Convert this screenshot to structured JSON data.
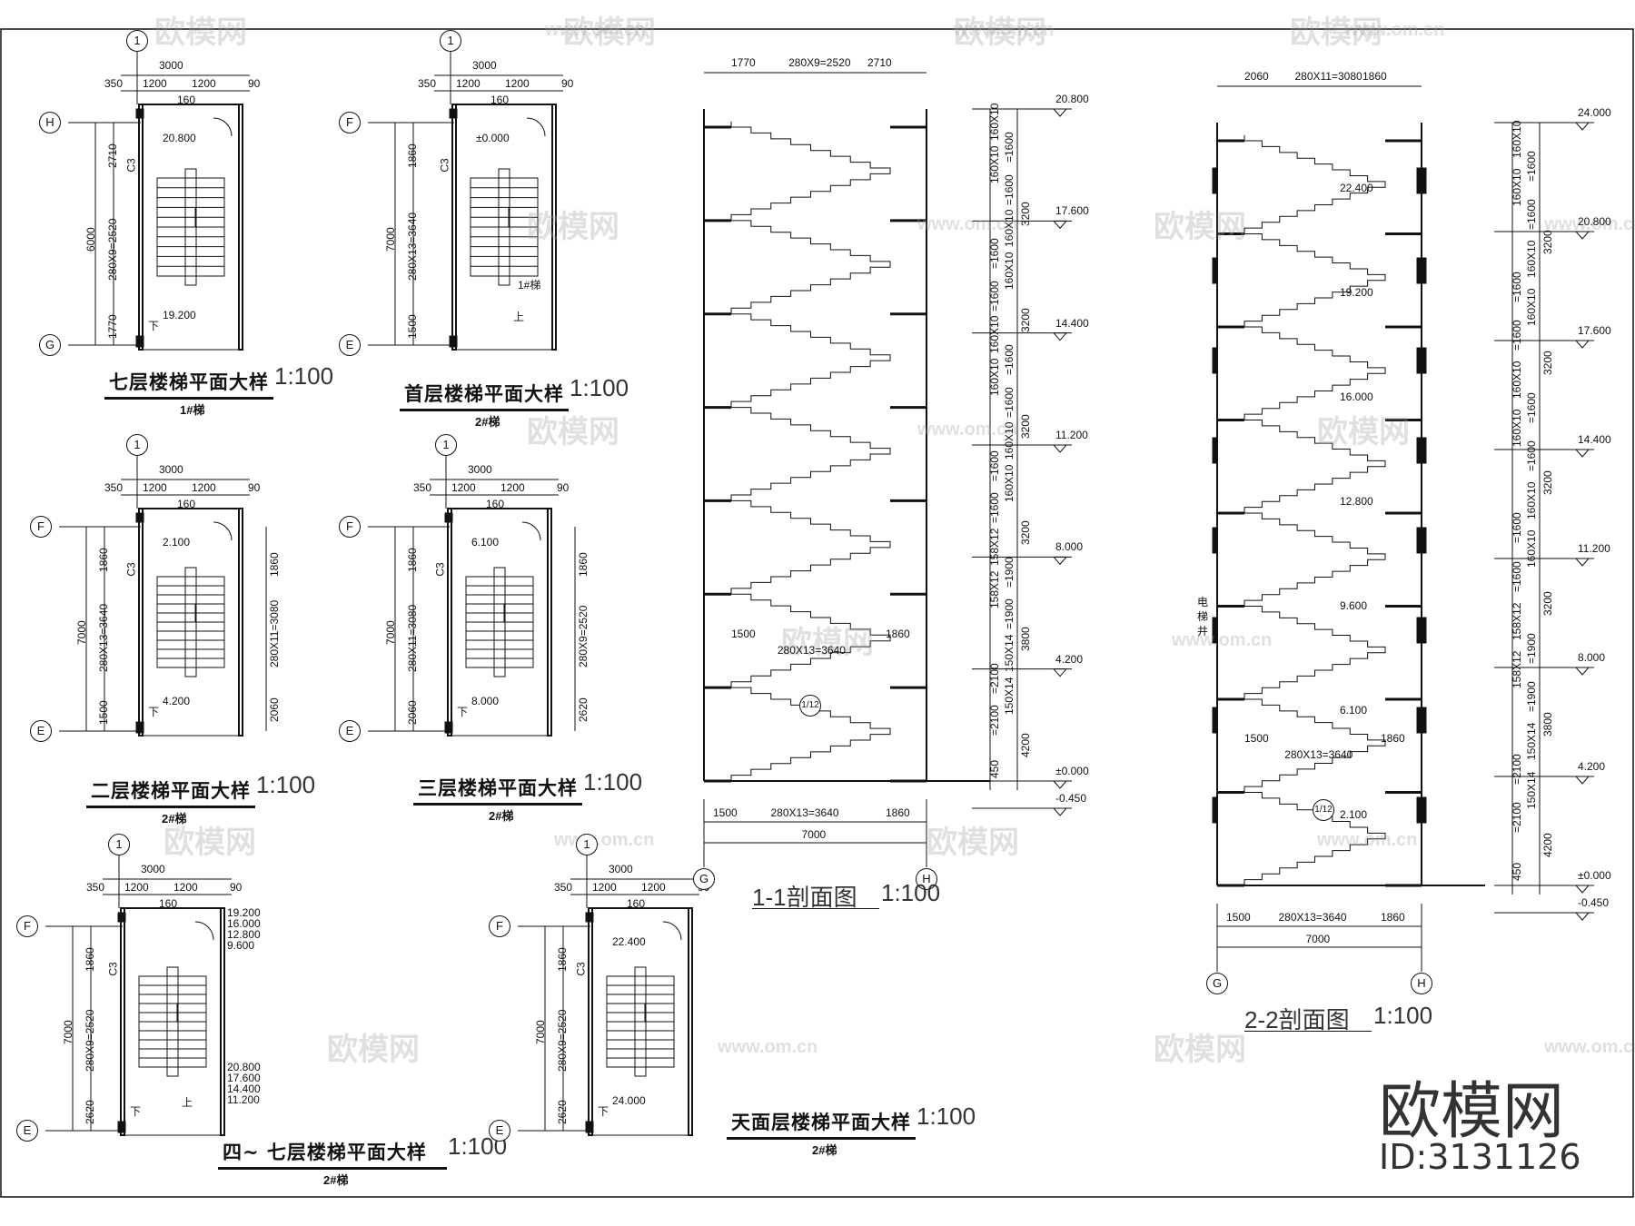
{
  "watermark": {
    "text": "欧模网",
    "url": "www.om.cn"
  },
  "brand": {
    "name": "欧模网",
    "id": "ID:3131126"
  },
  "plans": [
    {
      "title": "七层楼梯平面大样",
      "scale": "1:100",
      "tag": "1#梯",
      "axis_top": "1",
      "axis_left": [
        "H",
        "G"
      ],
      "dims_top": [
        "3000",
        "350",
        "1200",
        "1200",
        "90",
        "160"
      ],
      "dims_left": [
        "2710",
        "280X9=2520",
        "1770",
        "6000"
      ],
      "levels": [
        "20.800",
        "19.200"
      ],
      "marks": [
        "下",
        "C3"
      ]
    },
    {
      "title": "首层楼梯平面大样",
      "scale": "1:100",
      "tag": "2#梯",
      "axis_top": "1",
      "axis_left": [
        "F",
        "E"
      ],
      "dims_top": [
        "3000",
        "350",
        "1200",
        "1200",
        "90",
        "160"
      ],
      "dims_left": [
        "1860",
        "280X13=3640",
        "1500",
        "7000"
      ],
      "levels": [
        "±0.000"
      ],
      "marks": [
        "上",
        "1#梯",
        "C3"
      ]
    },
    {
      "title": "二层楼梯平面大样",
      "scale": "1:100",
      "tag": "2#梯",
      "axis_top": "1",
      "axis_left": [
        "F",
        "E"
      ],
      "dims_top": [
        "3000",
        "350",
        "1200",
        "1200",
        "90",
        "160"
      ],
      "dims_left": [
        "1860",
        "280X13=3640",
        "1500",
        "7000"
      ],
      "dims_right": [
        "1860",
        "280X11=3080",
        "2060"
      ],
      "levels": [
        "2.100",
        "4.200"
      ],
      "marks": [
        "下",
        "C3"
      ]
    },
    {
      "title": "三层楼梯平面大样",
      "scale": "1:100",
      "tag": "2#梯",
      "axis_top": "1",
      "axis_left": [
        "F",
        "E"
      ],
      "dims_top": [
        "3000",
        "350",
        "1200",
        "1200",
        "90",
        "160"
      ],
      "dims_left": [
        "1860",
        "280X11=3080",
        "2060",
        "7000"
      ],
      "dims_right": [
        "1860",
        "280X9=2520",
        "2620"
      ],
      "levels": [
        "6.100",
        "8.000"
      ],
      "marks": [
        "下",
        "C3"
      ]
    },
    {
      "title": "四~ 七层楼梯平面大样",
      "scale": "1:100",
      "tag": "2#梯",
      "axis_top": "1",
      "axis_left": [
        "F",
        "E"
      ],
      "dims_top": [
        "3000",
        "350",
        "1200",
        "1200",
        "90",
        "160"
      ],
      "dims_left": [
        "1860",
        "280X9=2520",
        "2620",
        "7000"
      ],
      "levels_top": [
        "19.200",
        "16.000",
        "12.800",
        "9.600"
      ],
      "levels_bottom": [
        "20.800",
        "17.600",
        "14.400",
        "11.200"
      ],
      "marks": [
        "下",
        "上",
        "C3"
      ]
    },
    {
      "title": "天面层楼梯平面大样",
      "scale": "1:100",
      "tag": "2#梯",
      "axis_top": "1",
      "axis_left": [
        "F",
        "E"
      ],
      "dims_top": [
        "3000",
        "350",
        "1200",
        "1200",
        "90",
        "160"
      ],
      "dims_left": [
        "1860",
        "280X9=2520",
        "2620",
        "7000"
      ],
      "levels": [
        "22.400",
        "24.000"
      ],
      "marks": [
        "下",
        "C3"
      ]
    }
  ],
  "section_1": {
    "title": "1-1剖面图",
    "scale": "1:100",
    "axes": [
      "G",
      "H"
    ],
    "dims_top": [
      "1770",
      "280X9=2520",
      "2710"
    ],
    "dims_bottom": [
      "1500",
      "280X13=3640",
      "1860",
      "7000"
    ],
    "dims_mid": [
      "1500",
      "280X13=3640",
      "1860"
    ],
    "levels": [
      "20.800",
      "17.600",
      "14.400",
      "11.200",
      "8.000",
      "4.200",
      "±0.000",
      "-0.450"
    ],
    "dims_right": [
      "160X10",
      "=1600",
      "160X10",
      "=1600",
      "3200",
      "160X10",
      "=1600",
      "160X10",
      "=1600",
      "3200",
      "160X10",
      "=1600",
      "160X10",
      "=1600",
      "3200",
      "160X10",
      "=1600",
      "160X10",
      "=1600",
      "3200",
      "158X12",
      "=1900",
      "158X12",
      "=1900",
      "3800",
      "150X14",
      "=2100",
      "150X14",
      "=2100",
      "4200",
      "450"
    ],
    "detail": "1/12"
  },
  "section_2": {
    "title": "2-2剖面图",
    "scale": "1:100",
    "axes": [
      "G",
      "H"
    ],
    "dims_top": [
      "2060",
      "280X11=3080",
      "1860"
    ],
    "dims_bottom": [
      "1500",
      "280X13=3640",
      "1860",
      "7000"
    ],
    "dims_mid": [
      "1500",
      "280X13=3640",
      "1860"
    ],
    "levels_inner": [
      "22.400",
      "19.200",
      "16.000",
      "12.800",
      "9.600",
      "6.100",
      "2.100"
    ],
    "levels": [
      "24.000",
      "20.800",
      "17.600",
      "14.400",
      "11.200",
      "8.000",
      "4.200",
      "±0.000",
      "-0.450"
    ],
    "dims_right": [
      "160X10",
      "=1600",
      "160X10",
      "=1600",
      "3200",
      "160X10",
      "=1600",
      "160X10",
      "=1600",
      "3200",
      "160X10",
      "=1600",
      "160X10",
      "=1600",
      "3200",
      "160X10",
      "=1600",
      "160X10",
      "=1600",
      "3200",
      "158X12",
      "=1900",
      "158X12",
      "=1900",
      "3800",
      "150X14",
      "=2100",
      "150X14",
      "=2100",
      "4200",
      "450"
    ],
    "elevator": "电梯井",
    "detail": "1/12"
  }
}
